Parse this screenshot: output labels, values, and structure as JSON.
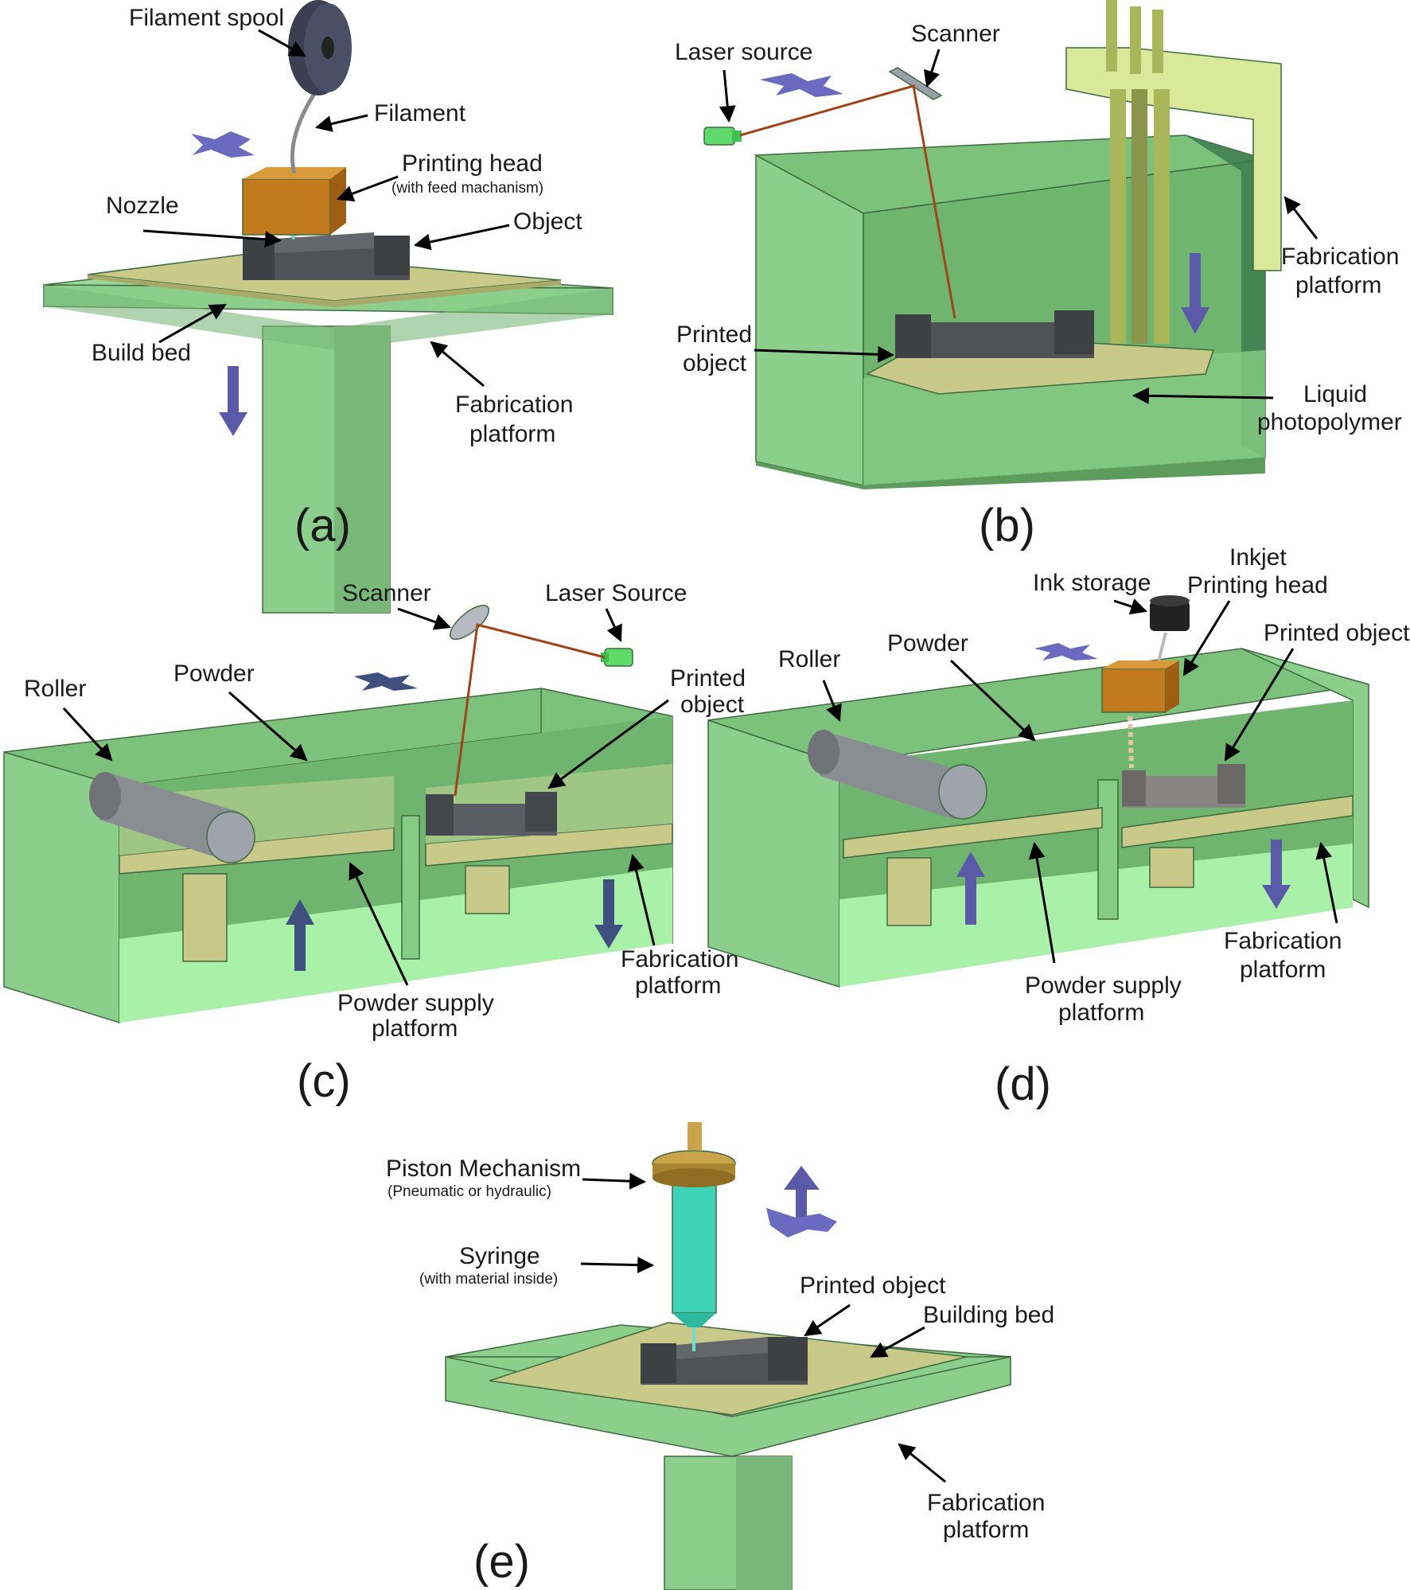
{
  "panels": {
    "a": {
      "caption": "(a)",
      "labels": {
        "filament_spool": "Filament spool",
        "filament": "Filament",
        "printing_head": "Printing head",
        "printing_head_note": "(with feed machanism)",
        "nozzle": "Nozzle",
        "object": "Object",
        "build_bed": "Build bed",
        "fabrication_platform_1": "Fabrication",
        "fabrication_platform_2": "platform"
      }
    },
    "b": {
      "caption": "(b)",
      "labels": {
        "laser_source": "Laser source",
        "scanner": "Scanner",
        "fabrication_platform_1": "Fabrication",
        "fabrication_platform_2": "platform",
        "printed_object_1": "Printed",
        "printed_object_2": "object",
        "liquid_photopolymer_1": "Liquid",
        "liquid_photopolymer_2": "photopolymer"
      }
    },
    "c": {
      "caption": "(c)",
      "labels": {
        "scanner": "Scanner",
        "laser_source": "Laser Source",
        "roller": "Roller",
        "powder": "Powder",
        "printed_object_1": "Printed",
        "printed_object_2": "object",
        "fabrication_platform_1": "Fabrication",
        "fabrication_platform_2": "platform",
        "powder_supply_platform_1": "Powder supply",
        "powder_supply_platform_2": "platform"
      }
    },
    "d": {
      "caption": "(d)",
      "labels": {
        "ink_storage": "Ink storage",
        "inkjet_printing_head_1": "Inkjet",
        "inkjet_printing_head_2": "Printing head",
        "printed_object": "Printed object",
        "roller": "Roller",
        "powder": "Powder",
        "fabrication_platform_1": "Fabrication",
        "fabrication_platform_2": "platform",
        "powder_supply_platform_1": "Powder supply",
        "powder_supply_platform_2": "platform"
      }
    },
    "e": {
      "caption": "(e)",
      "labels": {
        "piston_mechanism": "Piston Mechanism",
        "piston_note": "(Pneumatic or hydraulic)",
        "syringe": "Syringe",
        "syringe_note": "(with material inside)",
        "printed_object": "Printed object",
        "building_bed": "Building bed",
        "fabrication_platform_1": "Fabrication",
        "fabrication_platform_2": "platform"
      }
    }
  },
  "colors": {
    "platform_green": "#8ccf8c",
    "tank_green": "#7cc27c",
    "floor_green": "#a9f0a9",
    "build_bed": "#c9c989",
    "object_gray": "#505356",
    "printing_head": "#c27a1e",
    "arrow_blue": "#5a5aa8",
    "laser_red": "#a0441a",
    "syringe_teal": "#3fd3b8",
    "piston_gold": "#c9a44a"
  },
  "icons": [
    "filament-spool-icon",
    "printing-head-icon",
    "laser-source-icon",
    "scanner-mirror-icon",
    "roller-icon",
    "ink-storage-icon",
    "syringe-icon",
    "axis-indicator-icon",
    "down-arrow-icon",
    "up-arrow-icon"
  ]
}
